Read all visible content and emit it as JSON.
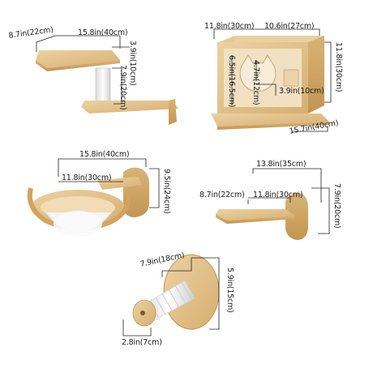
{
  "products": [
    {
      "name": "shelf-with-post",
      "dimensions": {
        "depth": "8.7in(22cm)",
        "width": "15.8in(40cm)",
        "post_diameter": "3.9in(10cm)",
        "height": "7.9in(20cm)"
      }
    },
    {
      "name": "cat-condo-box",
      "dimensions": {
        "depth": "11.8in(30cm)",
        "width": "10.6in(27cm)",
        "height": "11.8in(30cm)",
        "hole_height": "6.5in(16.5cm)",
        "hole_width": "4.7in(12cm)",
        "small_hole": "3.9in(10cm)",
        "base_length": "15.7in(40cm)"
      }
    },
    {
      "name": "hammock-bed",
      "dimensions": {
        "width": "15.8in(40cm)",
        "bed_diameter": "11.8in(30cm)",
        "height": "9.5in(24cm)"
      }
    },
    {
      "name": "wall-step",
      "dimensions": {
        "width": "13.8in(35cm)",
        "depth": "8.7in(22cm)",
        "platform": "11.8in(30cm)",
        "height": "7.9in(20cm)"
      }
    },
    {
      "name": "scratch-post-mount",
      "dimensions": {
        "length": "7.9in(18cm)",
        "plate": "5.9in(15cm)",
        "diameter": "2.8in(7cm)"
      }
    }
  ],
  "colors": {
    "wood": "#e2c08a",
    "wood_dark": "#c99d5e",
    "rope": "#eeeeee",
    "line": "#222222"
  }
}
